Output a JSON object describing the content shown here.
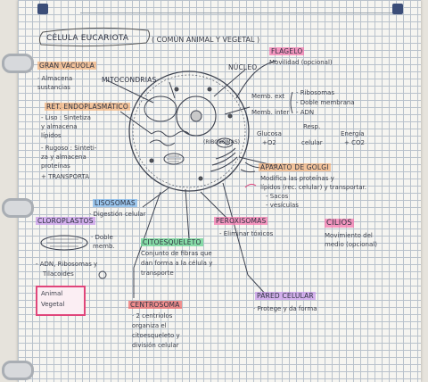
{
  "title": "CÉLULA EUCARIOTA",
  "subtitle": "( COMÚN ANIMAL Y VEGETAL )",
  "gran_vacuola": {
    "title": "GRAN VACUOLA",
    "lines": [
      "· Almacena",
      "sustancias"
    ]
  },
  "mitocondrias": "MITOCONDRIAS",
  "nucleo": "NÚCLEO",
  "flagelo": {
    "title": "FLAGELO",
    "desc": "Movilidad (opcional)"
  },
  "ret_endo": {
    "title": "RET. ENDOPLASMÁTICO",
    "lines": [
      "- Liso : Sintetiza",
      "y almacena",
      "lípidos",
      "- Rugoso : Sinteti-",
      "za y almacena",
      "proteínas",
      "+ TRANSPORTA"
    ]
  },
  "membranas": {
    "ext": "Memb. ext",
    "inter": "Memb. inter",
    "items": [
      "- Ribosomas",
      "- Doble membrana",
      "- ADN"
    ]
  },
  "respiracion": {
    "glucosa": "Glucosa",
    "o2": "+O2",
    "resp": "Resp.",
    "celular": "celular",
    "energia": "Energía",
    "co2": "+ CO2"
  },
  "ribosomas_label": "(RIBOSOMAS)",
  "golgi": {
    "title": "APARATO DE GOLGI",
    "lines": [
      "Modifica las proteínas y",
      "lípidos (rec. celular) y transportar.",
      "- Sacos",
      "- vesículas"
    ]
  },
  "lisosomas": {
    "title": "LISOSOMAS",
    "desc": "· Digestión celular"
  },
  "cloroplastos": {
    "title": "CLOROPLASTOS",
    "lines": [
      "· Doble",
      "memb."
    ],
    "lower": [
      "- ADN, Ribosomas y",
      "Tilacoides"
    ]
  },
  "peroxisomas": {
    "title": "PEROXISOMAS",
    "desc": "- Eliminar tóxicos"
  },
  "cilios": {
    "title": "CILIOS",
    "lines": [
      "Movimiento del",
      "medio (opcional)"
    ]
  },
  "citoesqueleto": {
    "title": "CITOESQUELETO",
    "lines": [
      "Conjunto de fibras que",
      "dan forma a la célula y",
      "transporte"
    ]
  },
  "animal_vegetal": [
    "Animal",
    "Vegetal"
  ],
  "centrosoma": {
    "title": "CENTROSOMA",
    "lines": [
      "· 2 centriolos",
      "organiza el",
      "citoesqueleto y",
      "división celular"
    ]
  },
  "pared": {
    "title": "PARED CELULAR",
    "desc": "· Protege y da forma"
  }
}
